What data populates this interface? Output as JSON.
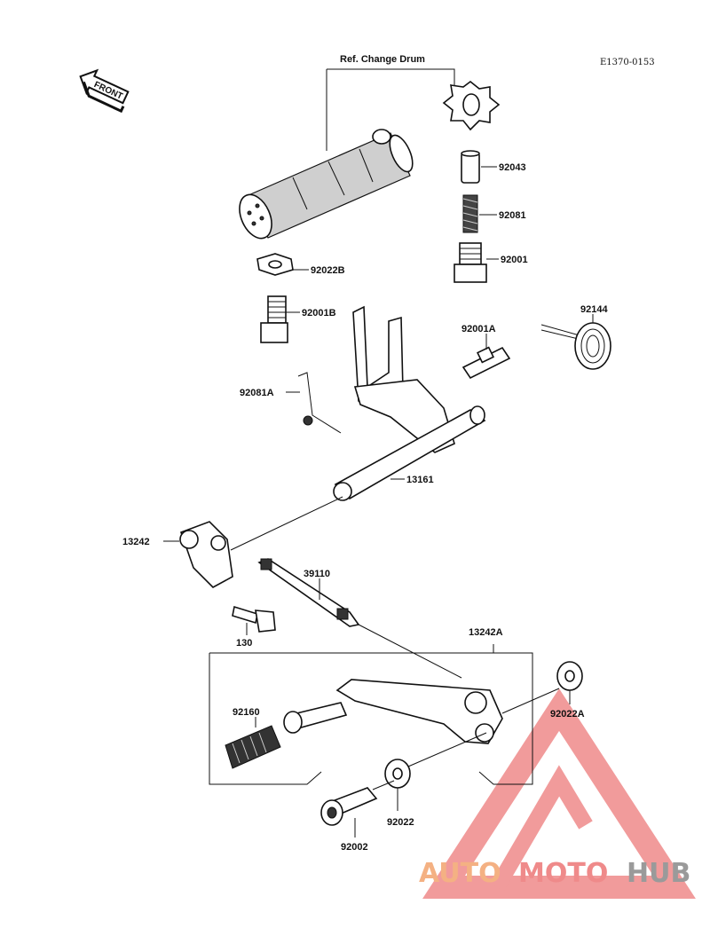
{
  "diagram_code": "E1370-0153",
  "front_arrow_text": "FRONT",
  "reference_label": "Ref. Change Drum",
  "parts": {
    "p92043": "92043",
    "p92081": "92081",
    "p92001": "92001",
    "p92022B": "92022B",
    "p92001B": "92001B",
    "p92144": "92144",
    "p92001A": "92001A",
    "p92081A": "92081A",
    "p13161": "13161",
    "p13242": "13242",
    "p39110": "39110",
    "p130": "130",
    "p13242A": "13242A",
    "p92160": "92160",
    "p92022A": "92022A",
    "p92022": "92022",
    "p92002": "92002"
  },
  "watermark": {
    "word_part1": "AUTO",
    "word_part2": "MOTO",
    "word_part3": "HUB",
    "color_orange": "#f4b183",
    "color_red": "#ef8a8a",
    "color_gray": "#9a9a9a"
  }
}
